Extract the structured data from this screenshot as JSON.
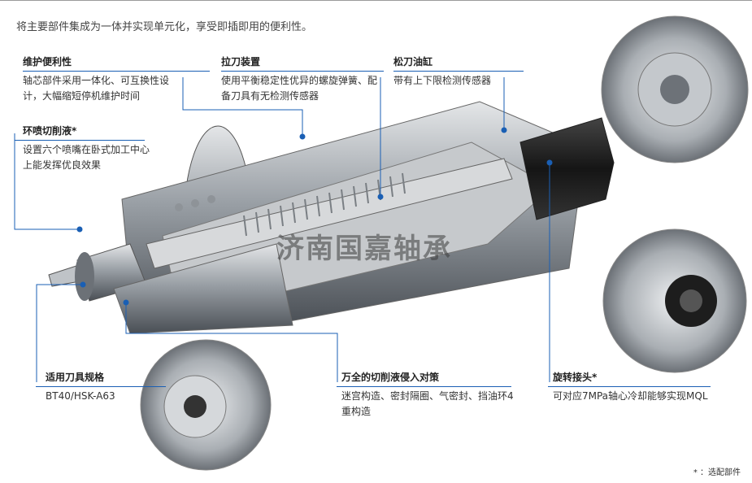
{
  "intro": "将主要部件集成为一体并实现单元化，享受即插即用的便利性。",
  "callouts": {
    "maintenance": {
      "title": "维护便利性",
      "body": "轴芯部件采用一体化、可互换性设计，大幅缩短停机维护时间"
    },
    "drawbar": {
      "title": "拉刀装置",
      "body": "使用平衡稳定性优异的螺旋弹簧、配备刀具有无检测传感器"
    },
    "unclamp": {
      "title": "松刀油缸",
      "body": "带有上下限检测传感器"
    },
    "coolant": {
      "title": "环喷切削液*",
      "body": "设置六个喷嘴在卧式加工中心上能发挥优良效果"
    },
    "tool": {
      "title": "适用刀具规格",
      "body": "BT40/HSK-A63"
    },
    "sealing": {
      "title": "万全的切削液侵入对策",
      "body": "迷宫构造、密封隔圈、气密封、挡油环4重构造"
    },
    "rotary": {
      "title": "旋转接头*",
      "body": "可对应7MPa轴心冷却能够实现MQL"
    }
  },
  "watermark": "济南国嘉轴承",
  "footnote": "* ：选配部件",
  "colors": {
    "accent": "#1a5fb4",
    "metal": "#9aa0a6"
  }
}
